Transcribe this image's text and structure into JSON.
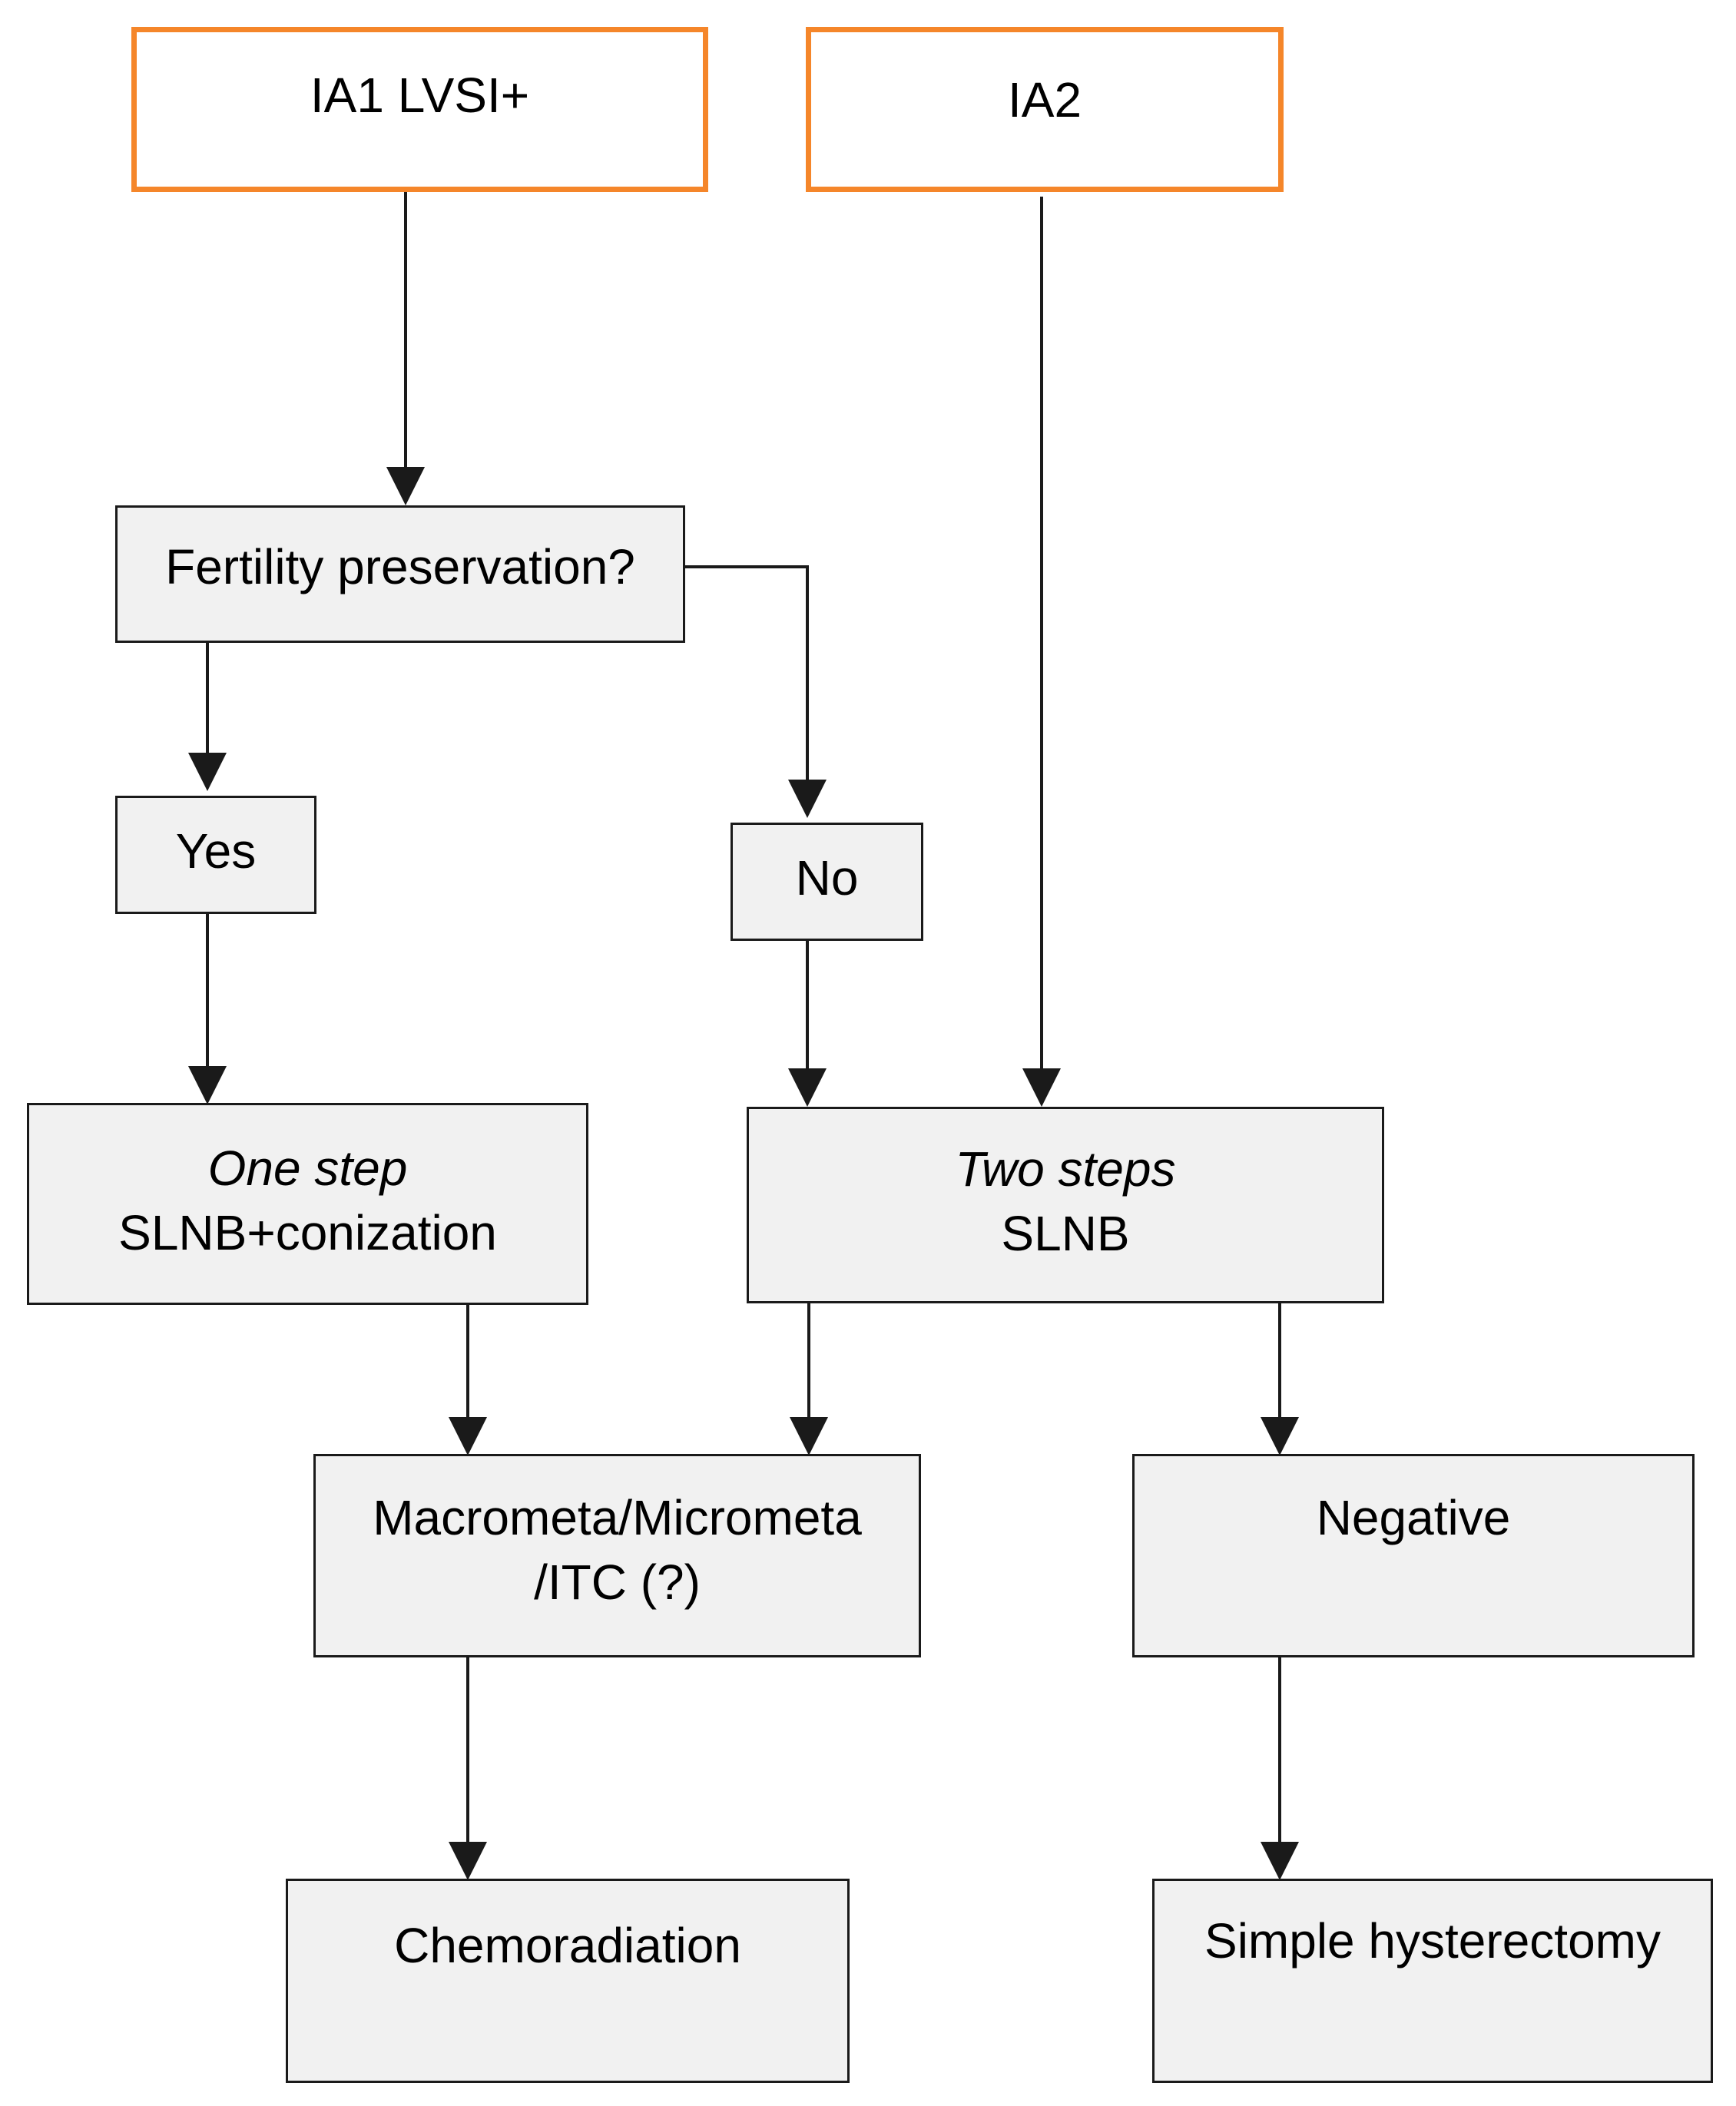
{
  "stages": {
    "ia1": "IA1 LVSI+",
    "ia2": "IA2"
  },
  "nodes": {
    "fertility": "Fertility preservation?",
    "yes": "Yes",
    "no": "No",
    "one_step": {
      "line1": "One step",
      "line2": "SLNB+conization"
    },
    "two_steps": {
      "line1": "Two steps",
      "line2": "SLNB"
    },
    "positive": {
      "line1": "Macrometa/Micrometa",
      "line2": "/ITC (?)"
    },
    "negative": "Negative",
    "chemo": "Chemoradiation",
    "hysterectomy": "Simple hysterectomy"
  },
  "colors": {
    "stage_border": "#f5862a",
    "box_fill": "#f1f1f1",
    "line": "#1a1a1a"
  }
}
